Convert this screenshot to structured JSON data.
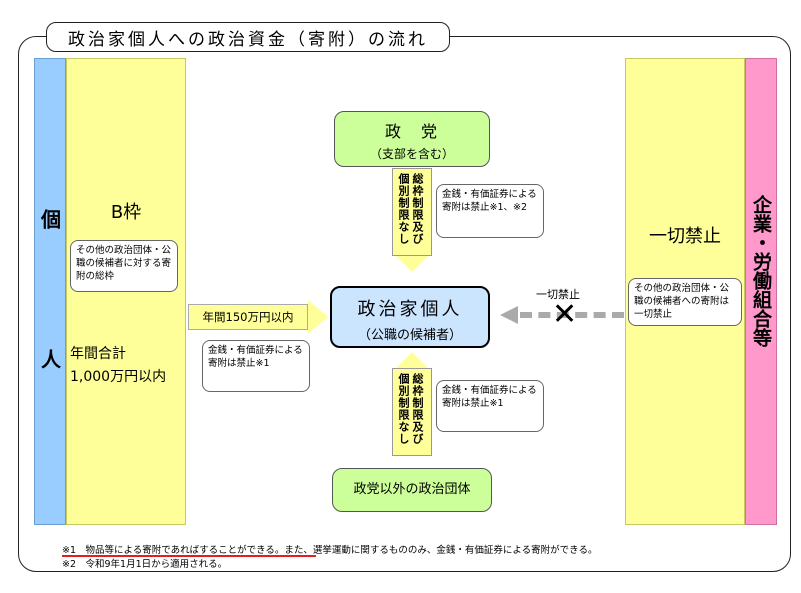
{
  "title": "政治家個人への政治資金（寄附）の流れ",
  "left_individual": "個人",
  "left_b_frame": "B枠",
  "left_note": "その他の政治団体・公職の候補者に対する寄附の総枠",
  "left_total_label": "年間合計",
  "left_total_value": "1,000万円以内",
  "right_org": "企業・労働組合等",
  "right_prohibited": "一切禁止",
  "right_note": "その他の政治団体・公職の候補者への寄附は一切禁止",
  "party_title": "政　党",
  "party_sub": "（支部を含む）",
  "top_limit": "総枠制限及び個別制限なし",
  "top_note": "金銭・有価証券による寄附は禁止※1、※2",
  "center_title": "政治家個人",
  "center_sub": "（公職の候補者）",
  "annual_limit": "年間150万円以内",
  "left_arrow_note": "金銭・有価証券による寄附は禁止※1",
  "blocked_label": "一切禁止",
  "bottom_limit": "総枠制限及び個別制限なし",
  "bottom_note": "金銭・有価証券による寄附は禁止※1",
  "other_orgs": "政党以外の政治団体",
  "footnote1": "※1　物品等による寄附であればすることができる。また、選挙運動に関するもののみ、金銭・有価証券による寄附ができる。",
  "footnote2": "※2　令和9年1月1日から適用される。",
  "colors": {
    "blue": "#99ccff",
    "yellow": "#ffff99",
    "pink": "#ff99cc",
    "green": "#ccff99",
    "center": "#cce5ff",
    "underline": "#e02020"
  }
}
